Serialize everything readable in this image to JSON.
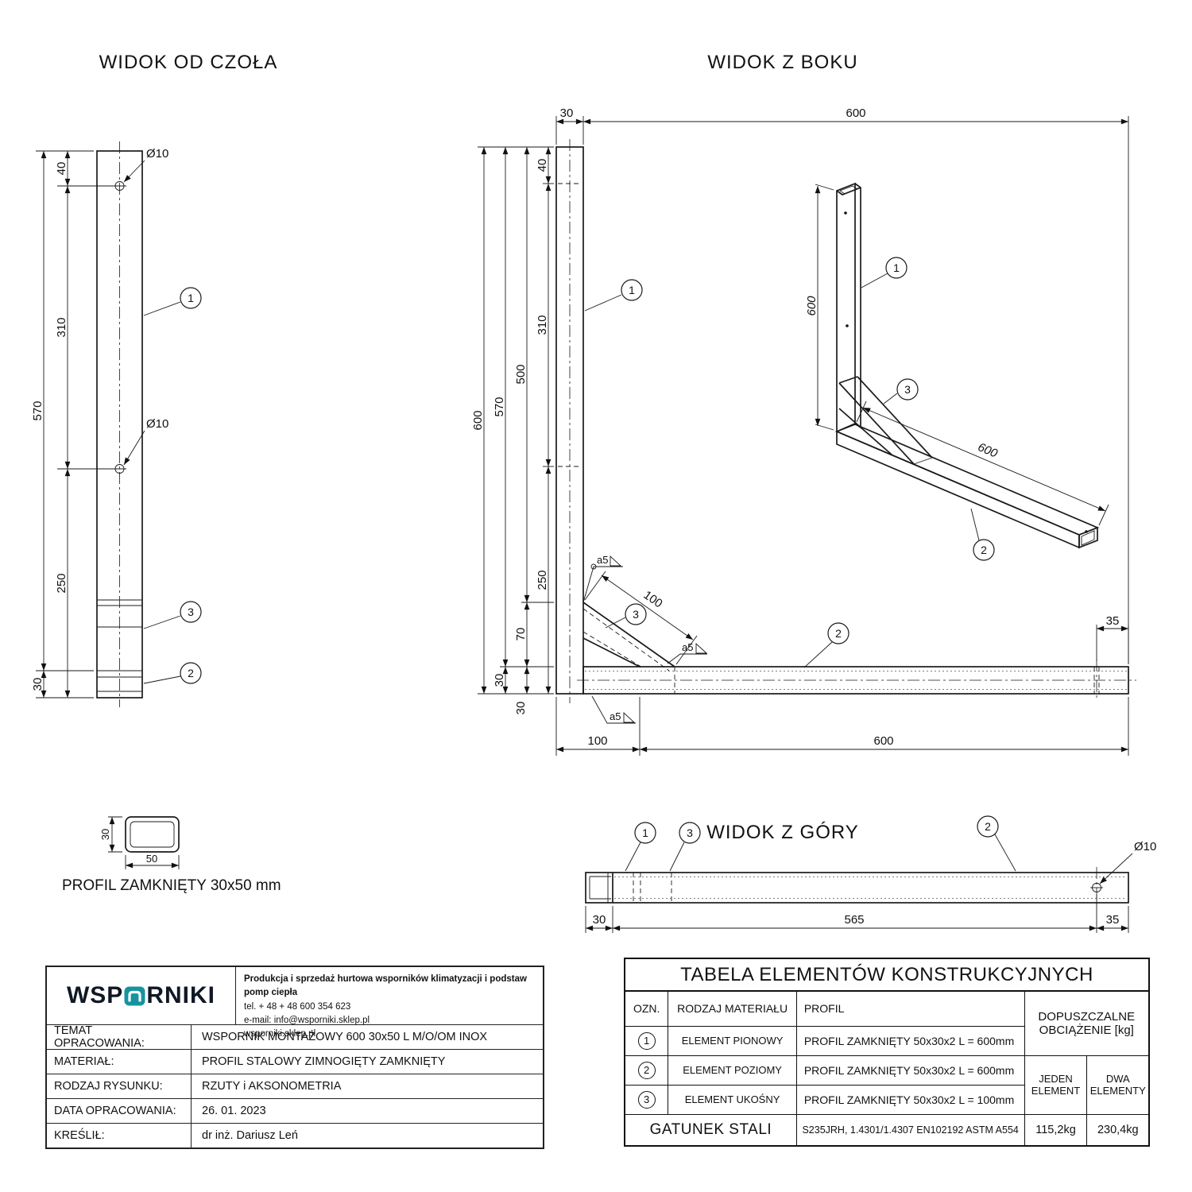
{
  "titles": {
    "front": "WIDOK OD CZOŁA",
    "side": "WIDOK Z BOKU",
    "top": "WIDOK Z GÓRY",
    "profile": "PROFIL ZAMKNIĘTY 30x50 mm"
  },
  "dims": {
    "d30": "30",
    "d35": "35",
    "d40": "40",
    "d50": "50",
    "d70": "70",
    "d100": "100",
    "d250": "250",
    "d310": "310",
    "d500": "500",
    "d565": "565",
    "d570": "570",
    "d600": "600",
    "dia10": "Ø10",
    "weld": "a5"
  },
  "balloons": {
    "b1": "1",
    "b2": "2",
    "b3": "3"
  },
  "title_block": {
    "logo_left": "WSP",
    "logo_right": "RNIKI",
    "logo_accent": "#1793a0",
    "info_line1": "Produkcja i sprzedaż hurtowa wsporników klimatyzacji i podstaw pomp ciepła",
    "info_line2": "tel. + 48 + 48 600 354 623",
    "info_line3": "e-mail: info@wsporniki.sklep.pl",
    "info_line4": "wsporniki.sklep.pl",
    "rows": [
      {
        "label": "TEMAT OPRACOWANIA:",
        "value": "WSPORNIK MONTAŻOWY 600 30x50 L M/O/OM INOX"
      },
      {
        "label": "MATERIAŁ:",
        "value": "PROFIL STALOWY ZIMNOGIĘTY ZAMKNIĘTY"
      },
      {
        "label": "RODZAJ RYSUNKU:",
        "value": "RZUTY i AKSONOMETRIA"
      },
      {
        "label": "DATA OPRACOWANIA:",
        "value": "26. 01. 2023"
      },
      {
        "label": "KREŚLIŁ:",
        "value": "dr inż. Dariusz Leń"
      }
    ]
  },
  "elements_table": {
    "title": "TABELA ELEMENTÓW KONSTRUKCYJNYCH",
    "col_ozn": "OZN.",
    "col_material": "RODZAJ MATERIAŁU",
    "col_profile": "PROFIL",
    "col_load": "DOPUSZCZALNE OBCIĄŻENIE [kg]",
    "col_load_one": "JEDEN ELEMENT",
    "col_load_two": "DWA ELEMENTY",
    "rows": [
      {
        "material": "ELEMENT PIONOWY",
        "profile": "PROFIL ZAMKNIĘTY 50x30x2 L = 600mm"
      },
      {
        "material": "ELEMENT POZIOMY",
        "profile": "PROFIL ZAMKNIĘTY 50x30x2 L = 600mm"
      },
      {
        "material": "ELEMENT UKOŚNY",
        "profile": "PROFIL ZAMKNIĘTY 50x30x2 L = 100mm"
      }
    ],
    "footer_label": "GATUNEK STALI",
    "footer_value": "S235JRH, 1.4301/1.4307  EN102192 ASTM A554",
    "footer_one": "115,2kg",
    "footer_two": "230,4kg"
  }
}
